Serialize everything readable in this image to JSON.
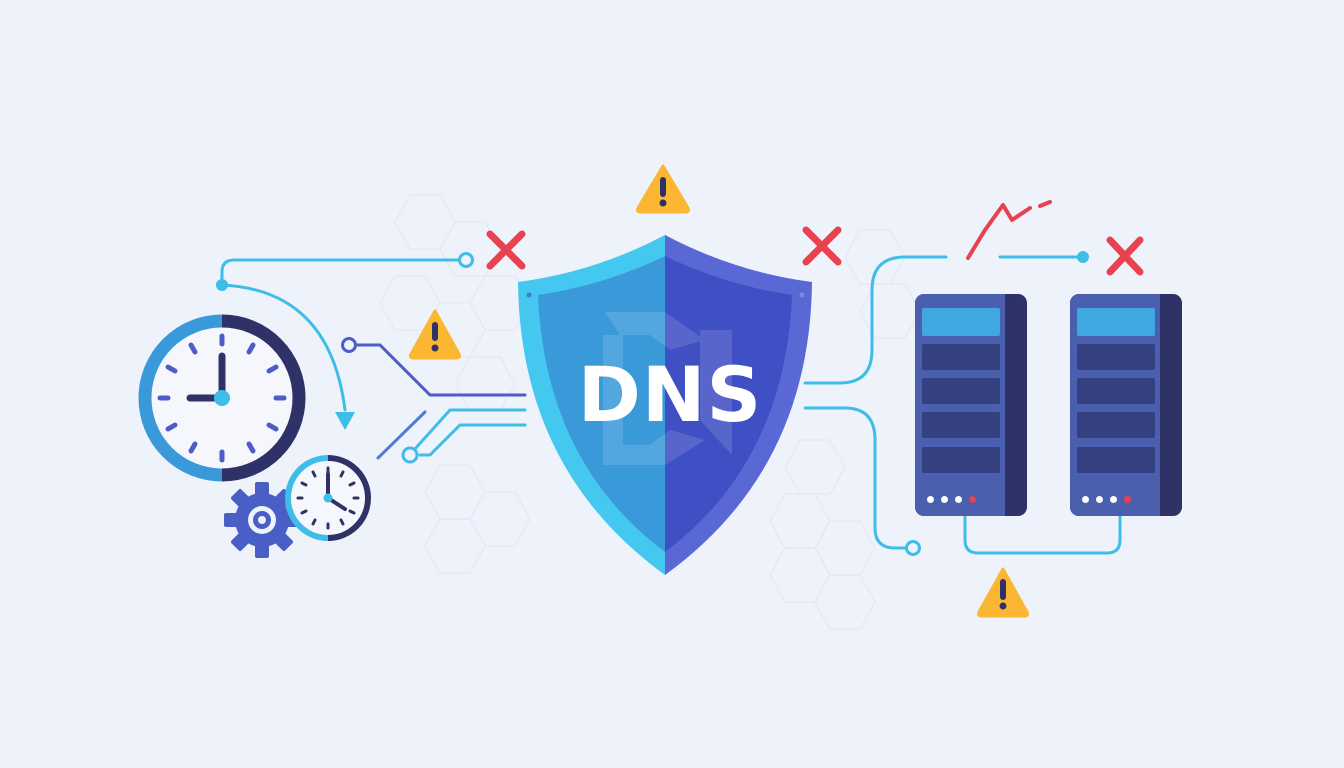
{
  "illustration": {
    "title": "DNS",
    "subject": "DNS outage / resolution failure illustration",
    "background_color": "#eef2fb"
  },
  "shield": {
    "label": "DNS",
    "left_color": "#3a9ad9",
    "right_color": "#3f4fc4",
    "rim_left_color": "#45c8f0",
    "rim_right_color": "#5a68d6"
  },
  "clocks": [
    {
      "name": "large-clock",
      "time": "9:00"
    },
    {
      "name": "small-clock",
      "time": "4:00"
    }
  ],
  "servers": [
    {
      "name": "server-rack-1",
      "units": 5,
      "status_lights": [
        "white",
        "white",
        "white",
        "red"
      ]
    },
    {
      "name": "server-rack-2",
      "units": 5,
      "status_lights": [
        "white",
        "white",
        "white",
        "red"
      ]
    }
  ],
  "alerts": {
    "warning_icons": 3,
    "error_icons": 3,
    "warning_color": "#fbb731",
    "error_color": "#e8414f"
  },
  "colors": {
    "line_cyan": "#3fbde9",
    "line_indigo": "#4f5bc6",
    "dark_navy": "#2e3266",
    "rack_blue": "#4a5fad"
  }
}
